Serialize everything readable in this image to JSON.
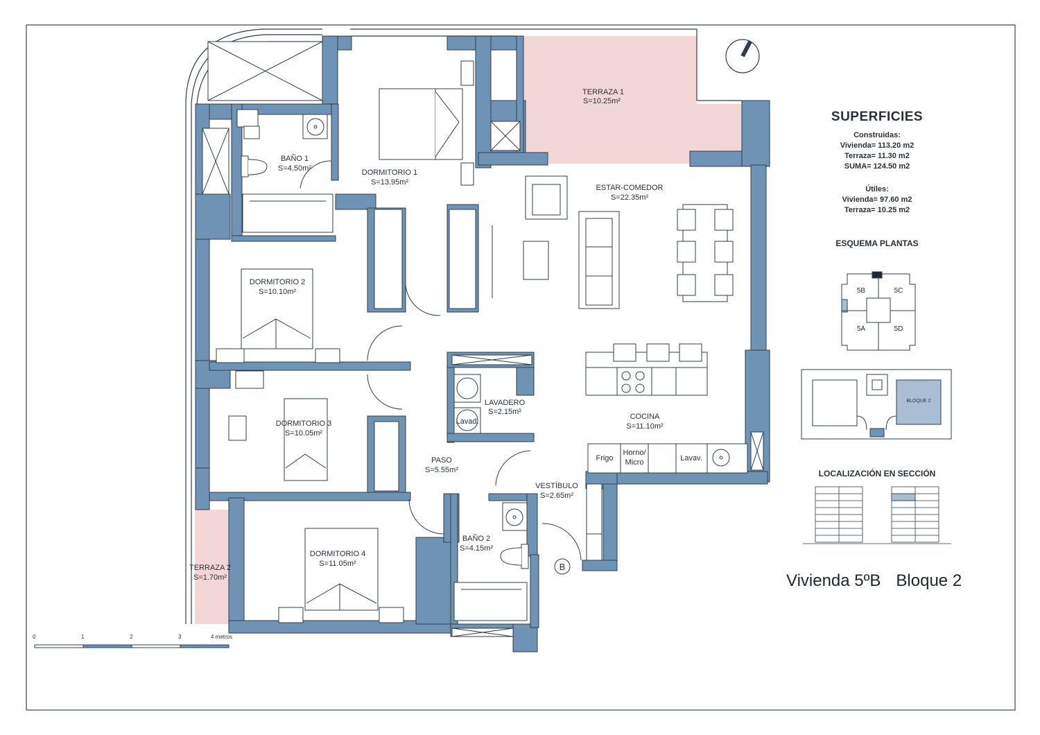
{
  "rooms": [
    {
      "name": "TERRAZA 1",
      "area": "S=10.25m²"
    },
    {
      "name": "BAÑO 1",
      "area": "S=4.50m²"
    },
    {
      "name": "DORMITORIO 1",
      "area": "S=13.95m²"
    },
    {
      "name": "ESTAR-COMEDOR",
      "area": "S=22.35m²"
    },
    {
      "name": "DORMITORIO 2",
      "area": "S=10.10m²"
    },
    {
      "name": "DORMITORIO 3",
      "area": "S=10.05m²"
    },
    {
      "name": "LAVADERO",
      "area": "S=2.15m²"
    },
    {
      "name": "COCINA",
      "area": "S=11.10m²"
    },
    {
      "name": "PASO",
      "area": "S=5.55m²"
    },
    {
      "name": "VESTÍBULO",
      "area": "S=2.65m²"
    },
    {
      "name": "BAÑO 2",
      "area": "S=4.15m²"
    },
    {
      "name": "DORMITORIO 4",
      "area": "S=11.05m²"
    },
    {
      "name": "TERRAZA 2",
      "area": "S=1.70m²"
    }
  ],
  "fixtures": {
    "lavad": "Lavad.",
    "frigo": "Frigo",
    "horno_1": "Horno/",
    "horno_2": "Micro",
    "lavav": "Lavav.",
    "entrance": "B"
  },
  "superficies": {
    "title": "SUPERFICIES",
    "construidas_label": "Construidas:",
    "vivienda_c": "Vivienda= 113.20 m2",
    "terraza_c": "Terraza= 11.30 m2",
    "suma": "SUMA= 124.50 m2",
    "utiles_label": "Útiles:",
    "vivienda_u": "Vivienda= 97.60 m2",
    "terraza_u": "Terraza= 10.25 m2"
  },
  "esquema": {
    "title": "ESQUEMA PLANTAS",
    "units": [
      "5B",
      "5C",
      "5A",
      "5D"
    ],
    "bloque": "BLOQUE 2"
  },
  "seccion": {
    "title": "LOCALIZACIÓN EN SECCIÓN"
  },
  "footer": {
    "vivienda": "Vivienda 5ºB",
    "bloque": "Bloque 2"
  },
  "scale": {
    "ticks": [
      "0",
      "1",
      "2",
      "3",
      "4 metros"
    ]
  },
  "colors": {
    "wall": "#6f93b4",
    "terrace": "#f3d6d6",
    "line": "#2f3d4c",
    "highlight": "#a9bed2"
  }
}
